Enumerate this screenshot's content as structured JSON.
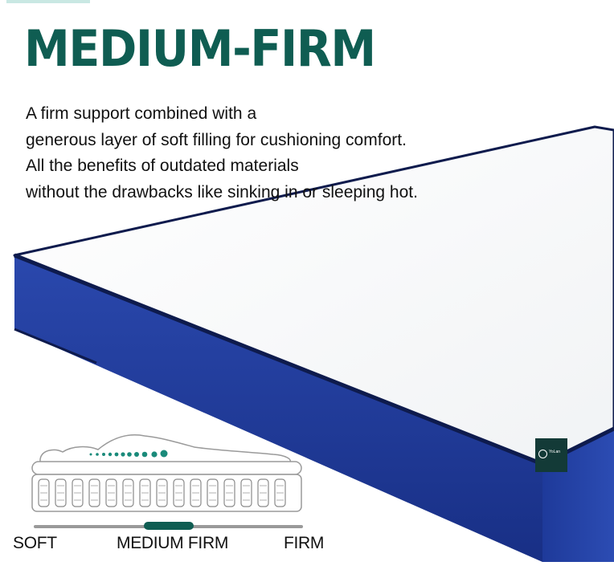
{
  "headline": "MEDIUM-FIRM",
  "description": [
    "A firm support combined with a",
    "generous layer of soft filling for cushioning comfort.",
    "All the benefits of outdated materials",
    "without the drawbacks like sinking in or sleeping hot."
  ],
  "firmness_scale": {
    "labels": [
      "SOFT",
      "MEDIUM FIRM",
      "FIRM"
    ],
    "selected": "MEDIUM FIRM",
    "level": 0.5
  },
  "brand_tag": {
    "text": "YoLan"
  },
  "colors": {
    "accent": "#0f5d52",
    "mattress_side": "#1f3c9c",
    "mattress_piping": "#0e1b4d",
    "mattress_top": "#ffffff"
  }
}
